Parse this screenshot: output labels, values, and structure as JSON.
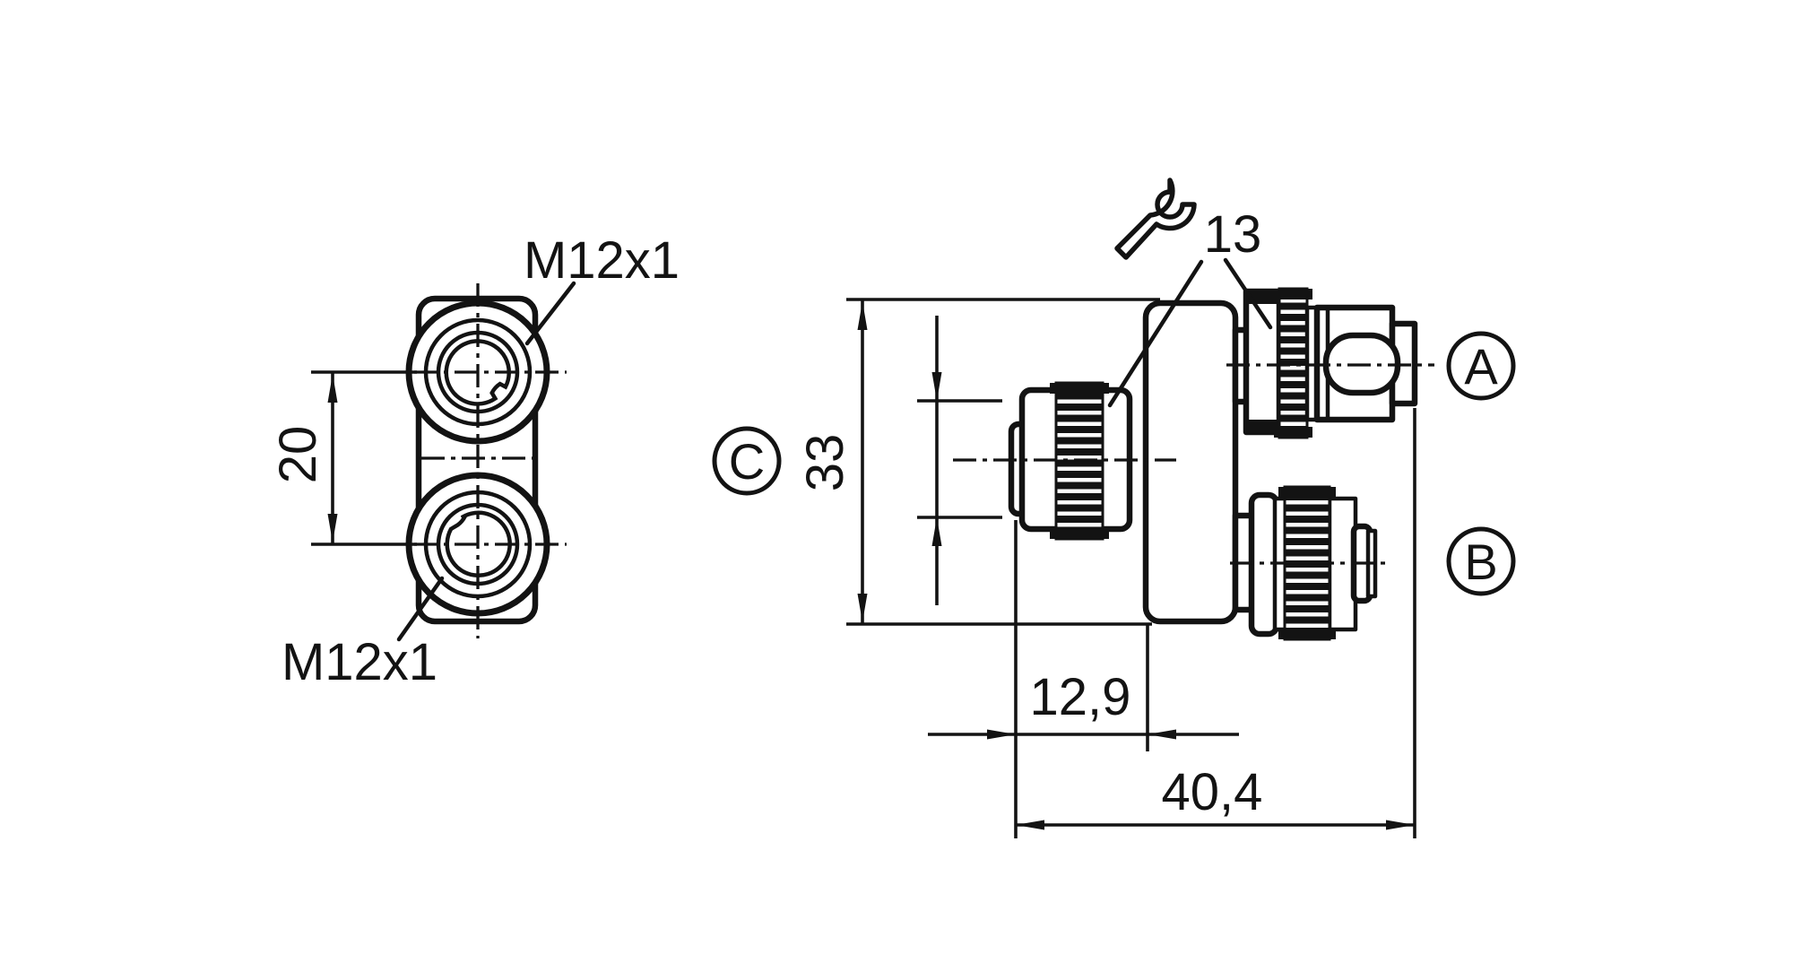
{
  "front_view": {
    "thread_top_label": "M12x1",
    "thread_bottom_label": "M12x1",
    "spacing_dim": "20"
  },
  "side_view": {
    "height_dim": "33",
    "offset_dim": "12,9",
    "length_dim": "40,4",
    "wrench_size_dim": "13",
    "connector_a_label": "A",
    "connector_b_label": "B",
    "connector_c_label": "C"
  },
  "colors": {
    "line": "#131313",
    "background": "#ffffff"
  }
}
